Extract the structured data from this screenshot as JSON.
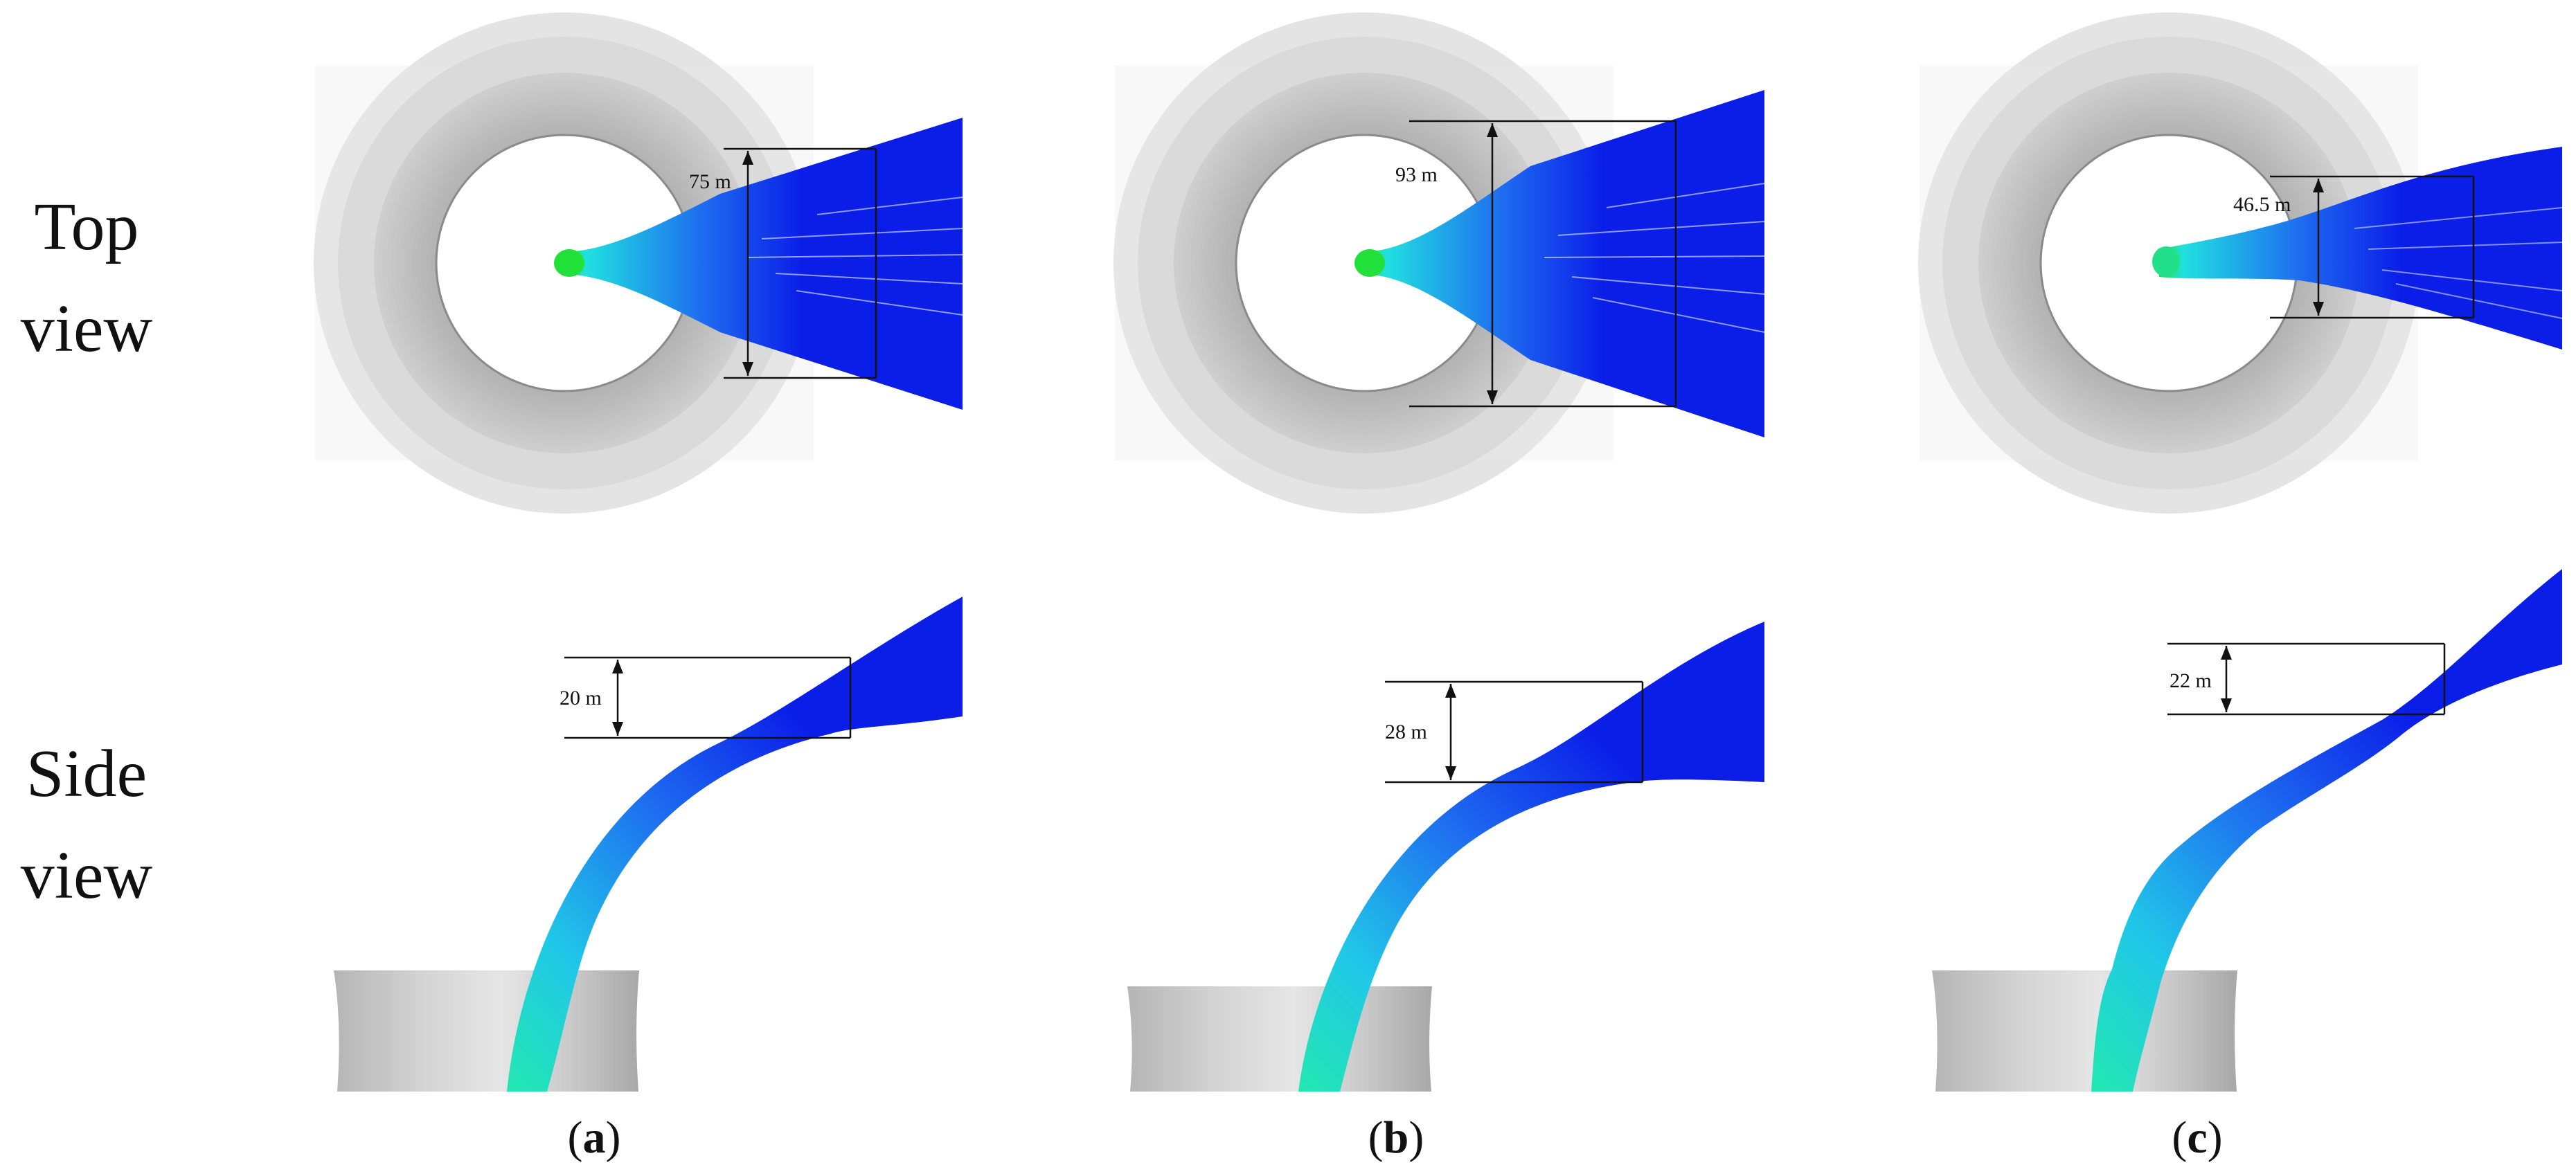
{
  "row_labels": {
    "top": [
      "Top",
      "view"
    ],
    "side": [
      "Side",
      "view"
    ]
  },
  "panels": [
    {
      "id": "a",
      "caption_letter": "a",
      "top_width_label": "75 m",
      "side_rise_label": "20 m"
    },
    {
      "id": "b",
      "caption_letter": "b",
      "top_width_label": "93 m",
      "side_rise_label": "28 m"
    },
    {
      "id": "c",
      "caption_letter": "c",
      "top_width_label": "46.5 m",
      "side_rise_label": "22 m"
    }
  ],
  "colors": {
    "jet_far": "#0a1ee8",
    "jet_mid": "#1e6cf0",
    "jet_near": "#20e0e0",
    "jet_source": "#22e03a",
    "ring_outer": "#e3e3e3",
    "ring_inner": "#b8b8b8",
    "tank_gray": "#c4c4c4"
  }
}
